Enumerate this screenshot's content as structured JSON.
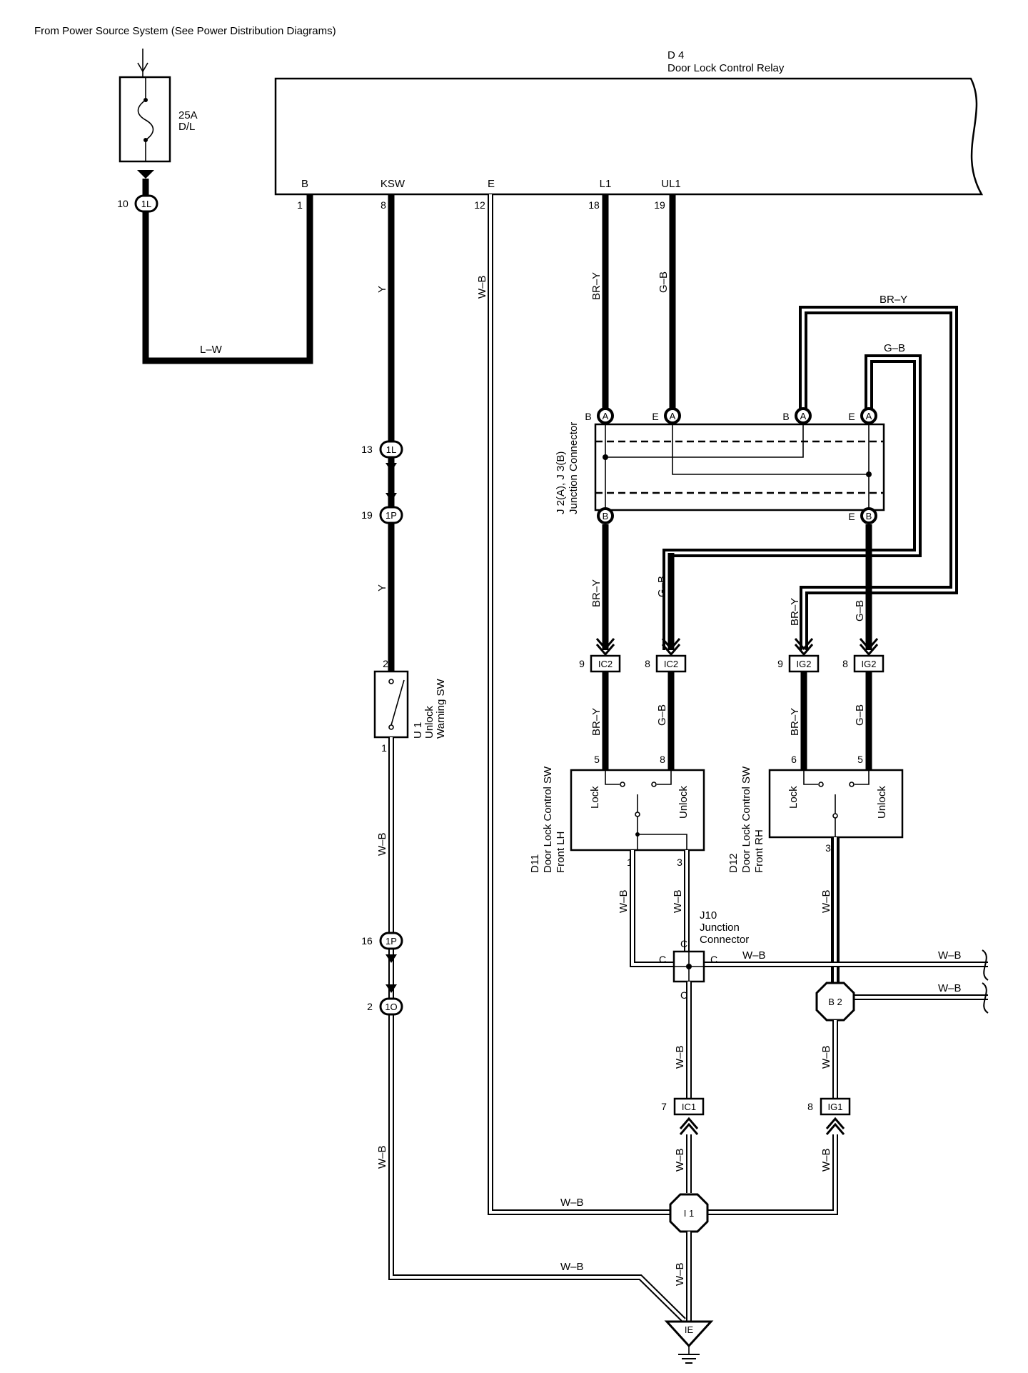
{
  "header": {
    "power_source": "From Power Source System (See Power Distribution Diagrams)"
  },
  "fuse": {
    "rating": "25A",
    "name": "D/L"
  },
  "relay": {
    "id": "D 4",
    "name": "Door Lock Control Relay",
    "pins": [
      {
        "label": "B",
        "num": "1"
      },
      {
        "label": "KSW",
        "num": "8"
      },
      {
        "label": "E",
        "num": "12"
      },
      {
        "label": "L1",
        "num": "18"
      },
      {
        "label": "UL1",
        "num": "19"
      }
    ]
  },
  "junction_j2j3": {
    "name": "J 2(A), J 3(B)",
    "type": "Junction Connector"
  },
  "unlock_sw": {
    "id": "U 1",
    "name1": "Unlock",
    "name2": "Warning SW"
  },
  "d11": {
    "id": "D11",
    "name1": "Door Lock Control SW",
    "name2": "Front LH",
    "lock": "Lock",
    "unlock": "Unlock"
  },
  "d12": {
    "id": "D12",
    "name1": "Door Lock Control SW",
    "name2": "Front RH",
    "lock": "Lock",
    "unlock": "Unlock"
  },
  "j10": {
    "id": "J10",
    "name1": "Junction",
    "name2": "Connector"
  },
  "connectors": {
    "c1L_a": "1L",
    "c1L_b": "1L",
    "c1P_a": "1P",
    "c1P_b": "1P",
    "c1O": "1O",
    "ic2": "IC2",
    "ig2": "IG2",
    "ic1": "IC1",
    "ig1": "IG1",
    "b2": "B 2",
    "i1": "I 1",
    "ie": "IE"
  },
  "letters": {
    "a": "A",
    "b": "B",
    "c": "C",
    "e": "E"
  },
  "pin_numbers": {
    "n10": "10",
    "n13": "13",
    "n19": "19",
    "n16": "16",
    "n2": "2",
    "n9": "9",
    "n8": "8",
    "n7": "7",
    "n5": "5",
    "n6": "6",
    "n3": "3",
    "n1": "1"
  },
  "wires": {
    "lw": "L–W",
    "y": "Y",
    "wb": "W–B",
    "bry": "BR–Y",
    "gb": "G–B"
  }
}
